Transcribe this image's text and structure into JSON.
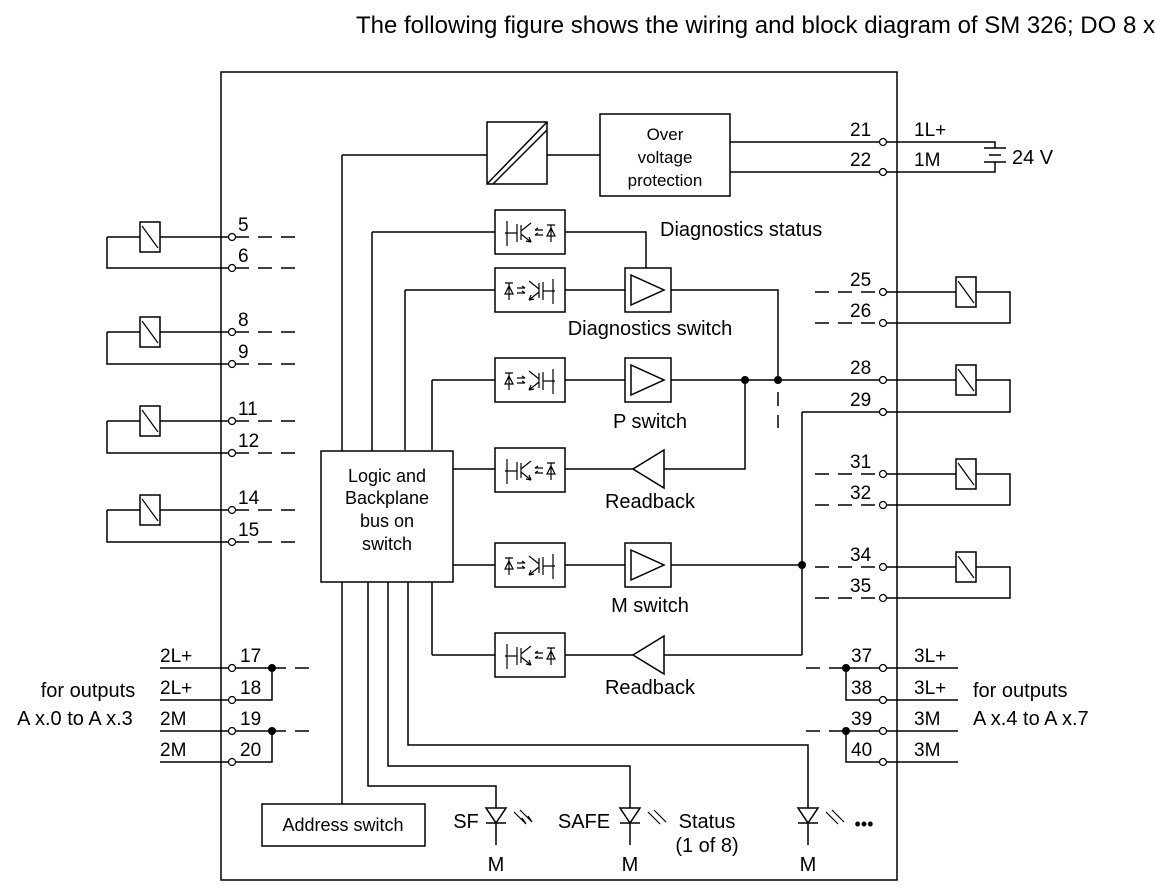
{
  "title": "The following figure shows the wiring and block diagram of SM 326; DO 8 x",
  "blocks": {
    "over_voltage": [
      "Over",
      "voltage",
      "protection"
    ],
    "logic": [
      "Logic and",
      "Backplane",
      "bus on",
      "switch"
    ],
    "address_switch": "Address switch",
    "supply_voltage": "24 V"
  },
  "labels": {
    "diagnostics_status": "Diagnostics status",
    "diagnostics_switch": "Diagnostics switch",
    "p_switch": "P switch",
    "readback_1": "Readback",
    "m_switch": "M switch",
    "readback_2": "Readback",
    "sf": "SF",
    "safe": "SAFE",
    "status": "Status",
    "status_sub": "(1 of 8)",
    "ellipsis": "•••",
    "m1": "M",
    "m2": "M",
    "m3": "M"
  },
  "left_output_terms": [
    "5",
    "6",
    "8",
    "9",
    "11",
    "12",
    "14",
    "15"
  ],
  "left_supply": [
    {
      "term": "17",
      "signal": "2L+"
    },
    {
      "term": "18",
      "signal": "2L+"
    },
    {
      "term": "19",
      "signal": "2M"
    },
    {
      "term": "20",
      "signal": "2M"
    }
  ],
  "left_outputs_note": [
    "for outputs",
    "A x.0 to A x.3"
  ],
  "right_power": [
    {
      "term": "21",
      "signal": "1L+"
    },
    {
      "term": "22",
      "signal": "1M"
    }
  ],
  "right_output_terms": [
    "25",
    "26",
    "28",
    "29",
    "31",
    "32",
    "34",
    "35"
  ],
  "right_supply": [
    {
      "term": "37",
      "signal": "3L+"
    },
    {
      "term": "38",
      "signal": "3L+"
    },
    {
      "term": "39",
      "signal": "3M"
    },
    {
      "term": "40",
      "signal": "3M"
    }
  ],
  "right_outputs_note": [
    "for outputs",
    "A x.4 to A x.7"
  ]
}
